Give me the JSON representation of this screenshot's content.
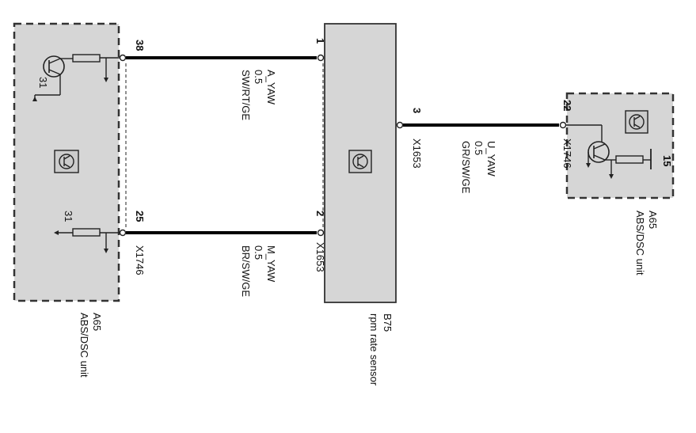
{
  "colors": {
    "module_fill": "#d6d6d6",
    "wire": "#000000",
    "dashed_border": "#333333",
    "sensor_fill": "#cccccc"
  },
  "left_unit": {
    "name": "A65",
    "desc": "ABS/DSC unit",
    "pin_top": "38",
    "pin_bottom": "25",
    "ground_top": "31",
    "ground_bottom": "31",
    "connector": "X1746"
  },
  "sensor": {
    "name": "B75",
    "desc": "rpm rate sensor",
    "pin_1": "1",
    "pin_2": "2",
    "pin_3": "3",
    "connector_left": "X1653",
    "connector_right": "X1653"
  },
  "right_unit": {
    "name": "A65",
    "desc": "ABS/DSC unit",
    "pin": "22",
    "supply": "15",
    "connector": "X1746"
  },
  "wires": {
    "top": {
      "signal": "A_YAW",
      "size": "0.5",
      "color_code": "SW/RT/GE"
    },
    "bottom": {
      "signal": "M_YAW",
      "size": "0.5",
      "color_code": "BR/SW/GE"
    },
    "right": {
      "signal": "U_YAW",
      "size": "0.5",
      "color_code": "GR/SW/GE"
    }
  }
}
